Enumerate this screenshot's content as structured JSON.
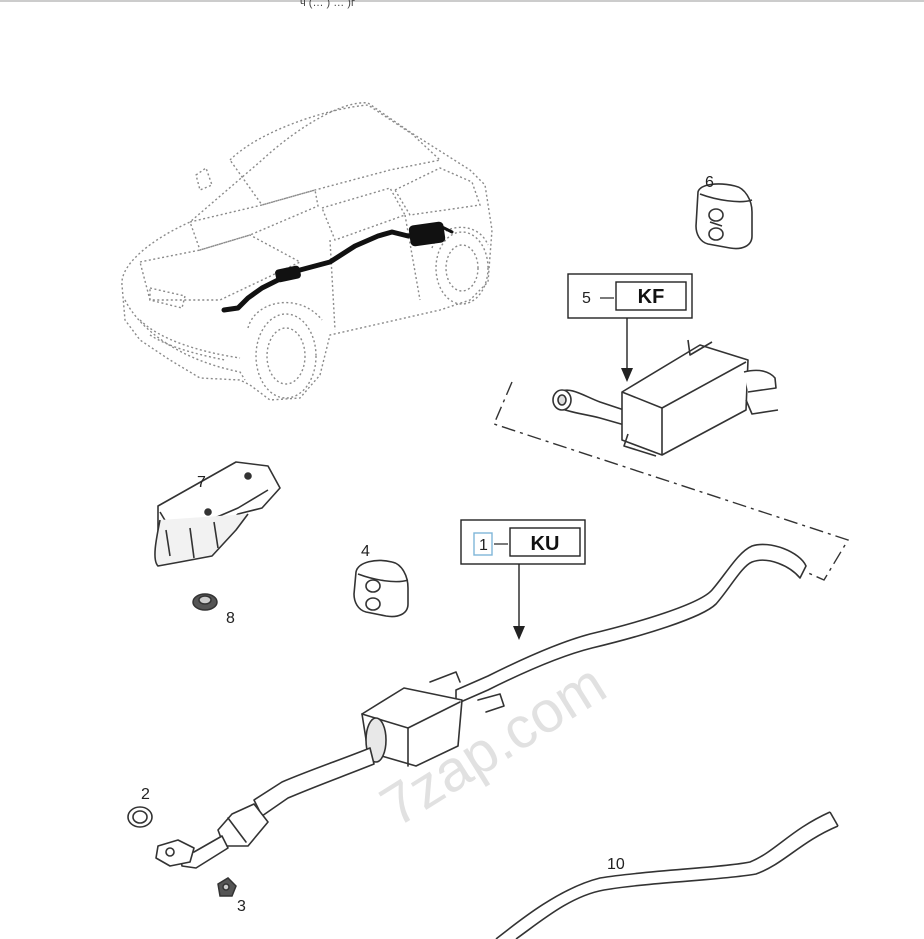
{
  "diagram": {
    "top_cut_text": "ч (… ) … )г",
    "labels": {
      "part2": "2",
      "part3": "3",
      "part4": "4",
      "part6": "6",
      "part7": "7",
      "part8": "8",
      "part10": "10"
    },
    "box_kf": {
      "number": "5",
      "code": "KF"
    },
    "box_ku": {
      "number": "1",
      "code": "KU"
    },
    "watermark": "7zap.com"
  }
}
